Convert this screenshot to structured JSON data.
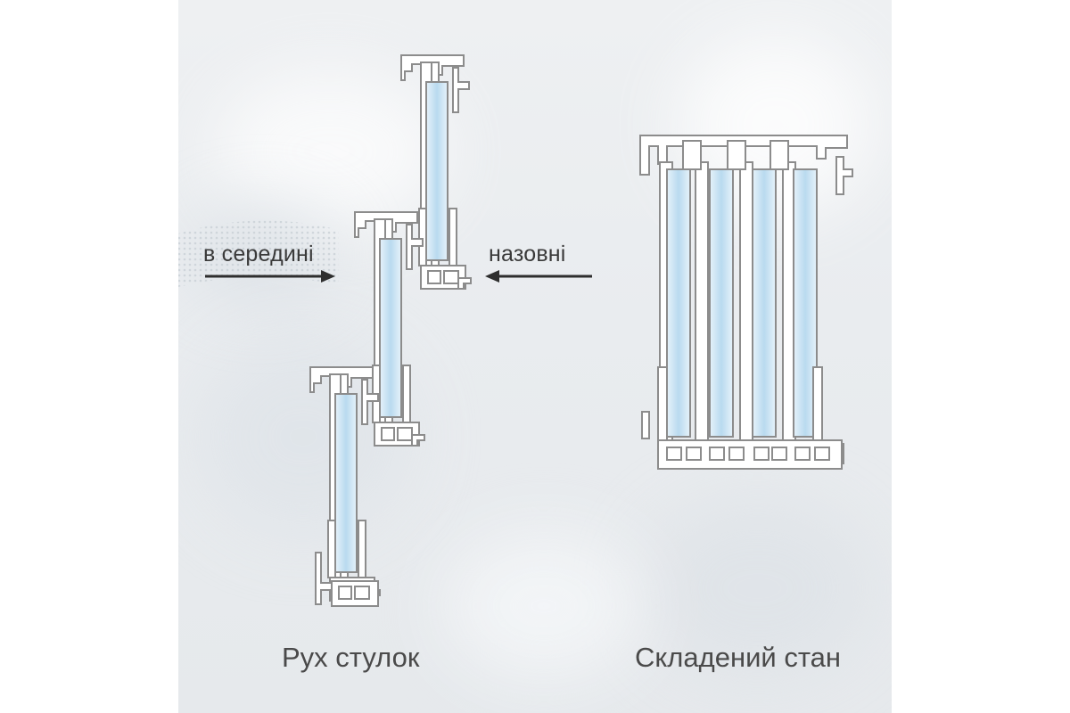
{
  "labels": {
    "inside": "в середині",
    "outside": "назовні",
    "caption_left": "Рух стулок",
    "caption_right": "Складений стан"
  },
  "colors": {
    "glass_light": "#e6f2fa",
    "glass_mid": "#b9daef",
    "frame_stroke": "#8c8c8c",
    "arrow": "#2e2e2e",
    "text": "#3a3a3a"
  },
  "icons": [
    "arrow-right-icon",
    "arrow-left-icon"
  ]
}
